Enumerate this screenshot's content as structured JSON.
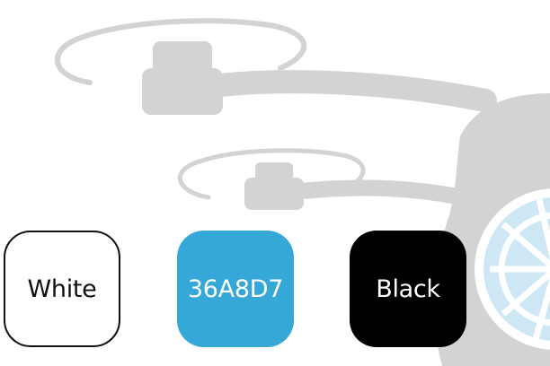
{
  "swatches": [
    {
      "label": "White",
      "color": "#FFFFFF"
    },
    {
      "label": "36A8D7",
      "color": "#36A8D7"
    },
    {
      "label": "Black",
      "color": "#000000"
    }
  ],
  "background_art": {
    "subject": "drone-silhouette",
    "silhouette_color": "#D3D3D3",
    "accent_color": "#CDE8F4"
  }
}
